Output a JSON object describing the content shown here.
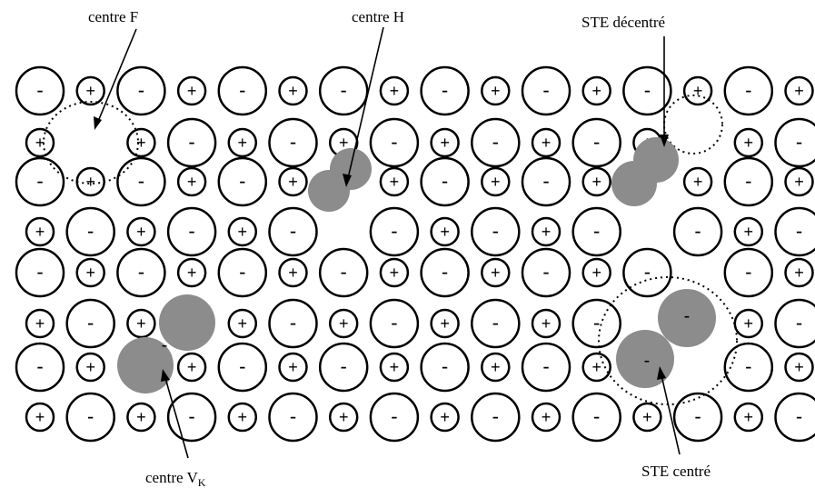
{
  "labels": {
    "centre_f": "centre F",
    "centre_h": "centre H",
    "ste_decentre": "STE décentré",
    "centre_vk_main": "centre V",
    "centre_vk_sub": "K",
    "ste_centre": "STE centré"
  },
  "ion_signs": {
    "anion": "-",
    "cation": "+"
  },
  "colors": {
    "defect_fill": "#8c8c8c",
    "ion_stroke": "#000000",
    "background": "#ffffff"
  }
}
